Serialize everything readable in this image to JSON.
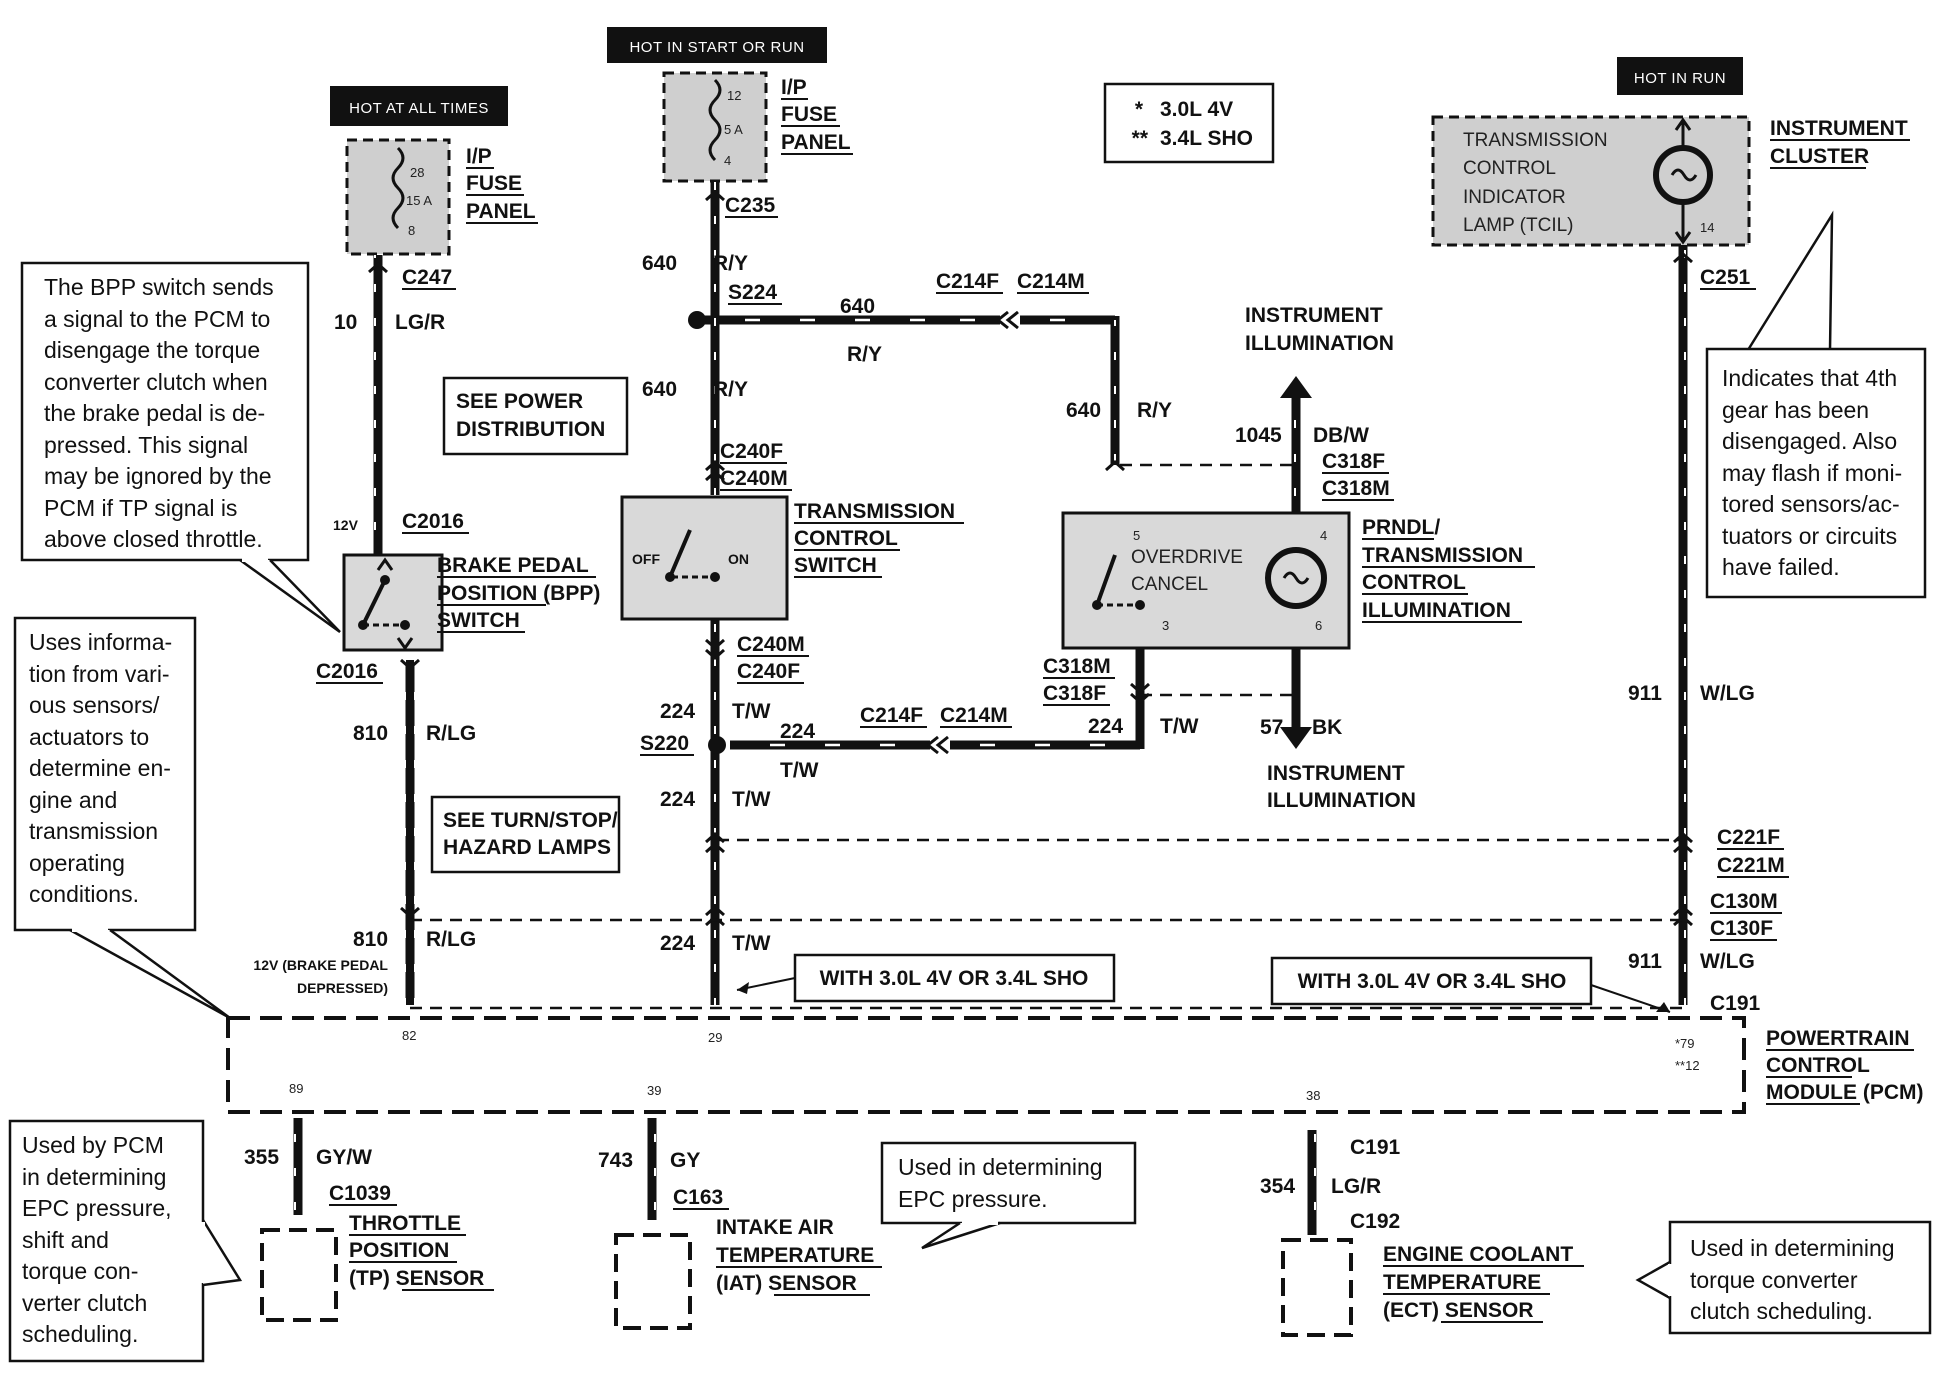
{
  "hot_labels": {
    "all_times": "HOT AT ALL TIMES",
    "start_run": "HOT IN START OR RUN",
    "in_run": "HOT IN RUN"
  },
  "legend": {
    "l1_mark": "*",
    "l1_text": "3.0L 4V",
    "l2_mark": "**",
    "l2_text": "3.4L SHO"
  },
  "fuse_left": {
    "line1": "I/P",
    "line2": "FUSE",
    "line3": "PANEL",
    "num_top": "28",
    "amps": "15 A",
    "num_bot": "8"
  },
  "fuse_mid": {
    "line1": "I/P",
    "line2": "FUSE",
    "line3": "PANEL",
    "num_top": "12",
    "amps": "5 A",
    "num_bot": "4"
  },
  "instrument_cluster": {
    "inner1": "TRANSMISSION",
    "inner2": "CONTROL",
    "inner3": "INDICATOR",
    "inner4": "LAMP (TCIL)",
    "pin": "14",
    "name1": "INSTRUMENT",
    "name2": "CLUSTER"
  },
  "connectors": {
    "c247": "C247",
    "c235": "C235",
    "c251": "C251",
    "s224": "S224",
    "c214f_a": "C214F",
    "c214m_a": "C214M",
    "c2016_top": "C2016",
    "c2016_bot": "C2016",
    "c240f_top": "C240F",
    "c240m_top": "C240M",
    "c240m_bot": "C240M",
    "c240f_bot": "C240F",
    "c318f_top": "C318F",
    "c318m_top": "C318M",
    "c318m_bot": "C318M",
    "c318f_bot": "C318F",
    "s220": "S220",
    "c214f_b": "C214F",
    "c214m_b": "C214M",
    "c221f": "C221F",
    "c221m": "C221M",
    "c130m": "C130M",
    "c130f": "C130F",
    "c191": "C191",
    "c1039": "C1039",
    "c163": "C163",
    "c191_ect": "C191",
    "c192": "C192"
  },
  "wires": {
    "w10": "10",
    "lgr": "LG/R",
    "v12": "12V",
    "w640_a": "640",
    "ry_a": "R/Y",
    "w640_b": "640",
    "ry_b": "R/Y",
    "w640_c": "640",
    "ry_c": "R/Y",
    "w640_d": "640",
    "ry_d": "R/Y",
    "w1045": "1045",
    "dbw": "DB/W",
    "w810_a": "810",
    "rlg_a": "R/LG",
    "w810_b": "810",
    "rlg_b": "R/LG",
    "v12_bp1": "12V (BRAKE PEDAL",
    "v12_bp2": "DEPRESSED)",
    "w224_a": "224",
    "tw_a": "T/W",
    "w224_b": "224",
    "tw_b": "T/W",
    "w224_c": "224",
    "tw_c": "T/W",
    "w224_d": "224",
    "tw_d": "T/W",
    "w224_e": "224",
    "tw_e": "T/W",
    "w57": "57",
    "bk": "BK",
    "w911_a": "911",
    "wlg_a": "W/LG",
    "w911_b": "911",
    "wlg_b": "W/LG",
    "w355": "355",
    "gyw": "GY/W",
    "w743": "743",
    "gy": "GY",
    "w354": "354",
    "lgr2": "LG/R"
  },
  "components": {
    "inst_illum_top1": "INSTRUMENT",
    "inst_illum_top2": "ILLUMINATION",
    "inst_illum_bot1": "INSTRUMENT",
    "inst_illum_bot2": "ILLUMINATION",
    "see_power1": "SEE POWER",
    "see_power2": "DISTRIBUTION",
    "see_turn1": "SEE TURN/STOP/",
    "see_turn2": "HAZARD LAMPS",
    "bpp1": "BRAKE PEDAL",
    "bpp2": "POSITION (BPP)",
    "bpp3": "SWITCH",
    "tcs1": "TRANSMISSION",
    "tcs2": "CONTROL",
    "tcs3": "SWITCH",
    "tcs_off": "OFF",
    "tcs_on": "ON",
    "prndl1": "PRNDL/",
    "prndl2": "TRANSMISSION",
    "prndl3": "CONTROL",
    "prndl4": "ILLUMINATION",
    "od1": "OVERDRIVE",
    "od2": "CANCEL",
    "p5": "5",
    "p4": "4",
    "p3": "3",
    "p6": "6",
    "pcm1": "POWERTRAIN",
    "pcm2": "CONTROL",
    "pcm3": "MODULE (PCM)",
    "pin82": "82",
    "pin29": "29",
    "pin89": "89",
    "pin39": "39",
    "pin38": "38",
    "pin79": "*79",
    "pin12": "**12",
    "with_left": "WITH 3.0L 4V OR 3.4L SHO",
    "with_right": "WITH 3.0L 4V OR 3.4L SHO",
    "tp1": "THROTTLE",
    "tp2": "POSITION",
    "tp3": "(TP) SENSOR",
    "iat1": "INTAKE AIR",
    "iat2": "TEMPERATURE",
    "iat3": "(IAT) SENSOR",
    "ect1": "ENGINE COOLANT",
    "ect2": "TEMPERATURE",
    "ect3": "(ECT) SENSOR"
  },
  "notes": {
    "bpp": [
      "The BPP switch sends",
      "a signal to the PCM to",
      "disengage the torque",
      "converter clutch when",
      "the brake pedal is de-",
      "pressed.  This signal",
      "may be ignored by the",
      "PCM if TP signal is",
      "above closed throttle."
    ],
    "pcm": [
      "Uses informa-",
      "tion from vari-",
      "ous sensors/",
      "actuators to",
      "determine en-",
      "gine and",
      "transmission",
      "operating",
      "conditions."
    ],
    "tcil": [
      "Indicates that 4th",
      "gear has been",
      "disengaged.  Also",
      "may flash if moni-",
      "tored sensors/ac-",
      "tuators or circuits",
      "have failed."
    ],
    "tp": [
      "Used by PCM",
      "in determining",
      "EPC pressure,",
      "shift and",
      "torque con-",
      "verter clutch",
      "scheduling."
    ],
    "iat": [
      "Used in determining",
      "EPC pressure."
    ],
    "ect": [
      "Used in determining",
      "torque converter",
      "clutch scheduling."
    ]
  }
}
